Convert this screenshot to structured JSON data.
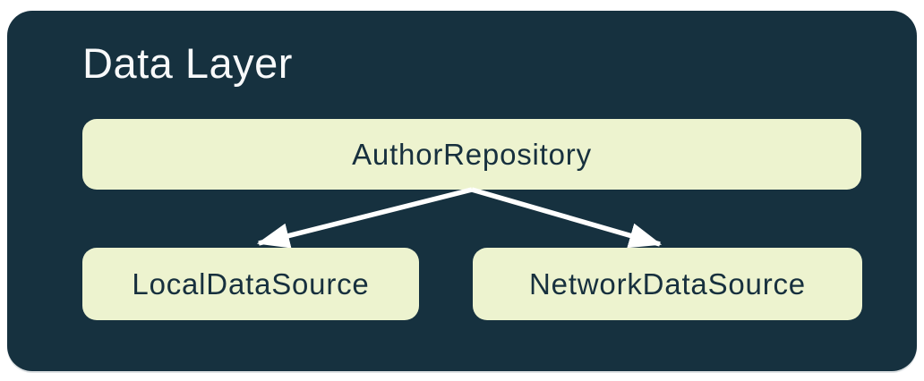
{
  "diagram": {
    "title": "Data Layer",
    "nodes": {
      "repository": {
        "label": "AuthorRepository"
      },
      "local": {
        "label": "LocalDataSource"
      },
      "network": {
        "label": "NetworkDataSource"
      }
    },
    "edges": [
      {
        "from": "AuthorRepository",
        "to": "LocalDataSource"
      },
      {
        "from": "AuthorRepository",
        "to": "NetworkDataSource"
      }
    ],
    "colors": {
      "panel_bg": "#16313F",
      "node_bg": "#EDF3CF",
      "node_text": "#17303E",
      "title_text": "#F8F9FA",
      "arrow": "#FFFFFF",
      "page_bg": "#FFFFFF"
    }
  }
}
